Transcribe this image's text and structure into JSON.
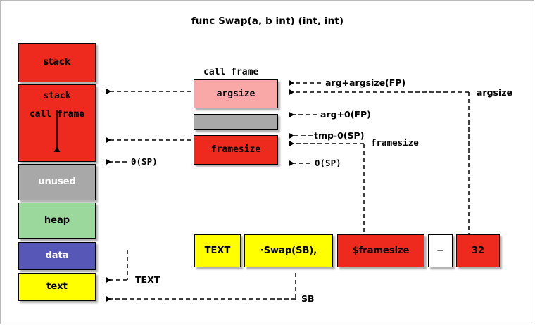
{
  "title": "func Swap(a, b int) (int, int)",
  "colors": {
    "red": "#ee2a1f",
    "pink": "#faa7a7",
    "gray": "#a8a8a8",
    "green": "#9bd89b",
    "blue": "#5757b8",
    "yellow": "#ffff00",
    "white": "#ffffff",
    "border": "#000000"
  },
  "memory_layout": {
    "blocks": [
      {
        "label": "stack",
        "color": "#ee2a1f",
        "text_color": "#000000"
      },
      {
        "label": "stack",
        "sub_label": "call frame",
        "color": "#ee2a1f",
        "text_color": "#000000",
        "has_down_arrow": true
      },
      {
        "label": "unused",
        "color": "#a8a8a8",
        "text_color": "#ffffff"
      },
      {
        "label": "heap",
        "color": "#9bd89b",
        "text_color": "#000000"
      },
      {
        "label": "data",
        "color": "#5757b8",
        "text_color": "#ffffff"
      },
      {
        "label": "text",
        "color": "#ffff00",
        "text_color": "#000000"
      }
    ]
  },
  "call_frame": {
    "caption": "call frame",
    "blocks": [
      {
        "label": "argsize",
        "color": "#faa7a7",
        "text_color": "#000000"
      },
      {
        "label": "",
        "color": "#a8a8a8",
        "text_color": "#000000"
      },
      {
        "label": "framesize",
        "color": "#ee2a1f",
        "text_color": "#000000"
      }
    ]
  },
  "annotations": {
    "left_sp": "0(SP)",
    "arg_argsize_fp": "arg+argsize(FP)",
    "arg_0_fp": "arg+0(FP)",
    "tmp_0_sp": "tmp-0(SP)",
    "framesize_brace": "framesize",
    "sp_0": "0(SP)",
    "argsize_brace": "argsize",
    "text_label": "TEXT",
    "sb_label": "SB"
  },
  "assembly": {
    "cells": [
      {
        "label": "TEXT",
        "color": "#ffff00",
        "text_color": "#000000"
      },
      {
        "label": "·Swap(SB),",
        "color": "#ffff00",
        "text_color": "#000000"
      },
      {
        "label": "$framesize",
        "color": "#ee2a1f",
        "text_color": "#000000"
      },
      {
        "label": "−",
        "color": "#ffffff",
        "text_color": "#000000"
      },
      {
        "label": "32",
        "color": "#ee2a1f",
        "text_color": "#000000"
      }
    ]
  }
}
